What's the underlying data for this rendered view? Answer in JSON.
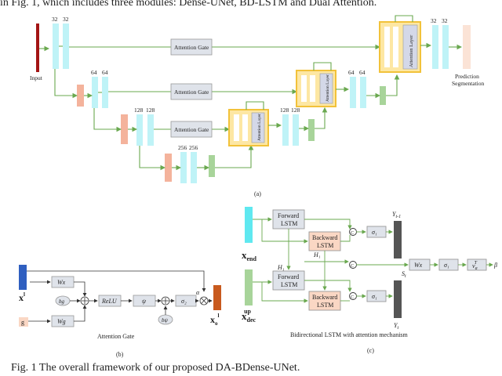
{
  "top_text": "in Fig. 1, which includes three modules: Dense-UNet, BD-LSTM and Dual Attention.",
  "caption": "Fig. 1 The overall framework of our proposed DA-BDense-UNet.",
  "panel_a": {
    "label": "(a)",
    "input_label": "Input",
    "ch_32a": "32",
    "ch_32b": "32",
    "ch_64a": "64",
    "ch_64b": "64",
    "ch_128a": "128",
    "ch_128b": "128",
    "ch_256a": "256",
    "ch_256b": "256",
    "ch_128c": "128",
    "ch_128d": "128",
    "ch_64c": "64",
    "ch_64d": "64",
    "ch_32c": "32",
    "ch_32d": "32",
    "gate1": "Attention Gate",
    "gate2": "Attention Gate",
    "gate3": "Attention Gate",
    "attn_layer_1": "Attention Layer",
    "attn_layer_2": "Attention Layer",
    "attn_layer_3": "Attention Layer",
    "pred_line1": "Prediction",
    "pred_line2": "Segmentation"
  },
  "panel_b": {
    "label": "(b)",
    "title": "Attention Gate",
    "x_label": "x",
    "x_sup": "l",
    "g_label": "g",
    "wx": "Wx",
    "wg": "Wg",
    "bg": "bg",
    "relu": "ReLU",
    "psi": "ψ",
    "bpsi": "bψ",
    "sigma": "σ₂",
    "alpha": "α",
    "out_label": "x",
    "out_sub": "o",
    "out_sup": "l"
  },
  "panel_c": {
    "label": "(c)",
    "title": "Bidirectional LSTM with attention mechanism",
    "forward1_l1": "Forward",
    "forward1_l2": "LSTM",
    "backward1_l1": "Backward",
    "backward1_l2": "LSTM",
    "forward2_l1": "Forward",
    "forward2_l2": "LSTM",
    "backward2_l1": "Backward",
    "backward2_l2": "LSTM",
    "x_end": "x",
    "x_end_sub": "end",
    "x_dec": "x",
    "x_dec_sub": "dec",
    "x_dec_sup": "up",
    "h_fwd": "H₁",
    "h_bwd": "H₁",
    "y_top": "Y",
    "y_top_sub": "t-1",
    "y_bot": "Y",
    "y_bot_sub": "t",
    "s_t": "S",
    "s_t_sub": "t",
    "sigma1": "σ₁",
    "sigma2": "σ₁",
    "sigma3": "σ₁",
    "wx": "Wx",
    "v": "v",
    "v_sub": "a",
    "v_sup": "T",
    "beta": "β",
    "c": "C"
  }
}
